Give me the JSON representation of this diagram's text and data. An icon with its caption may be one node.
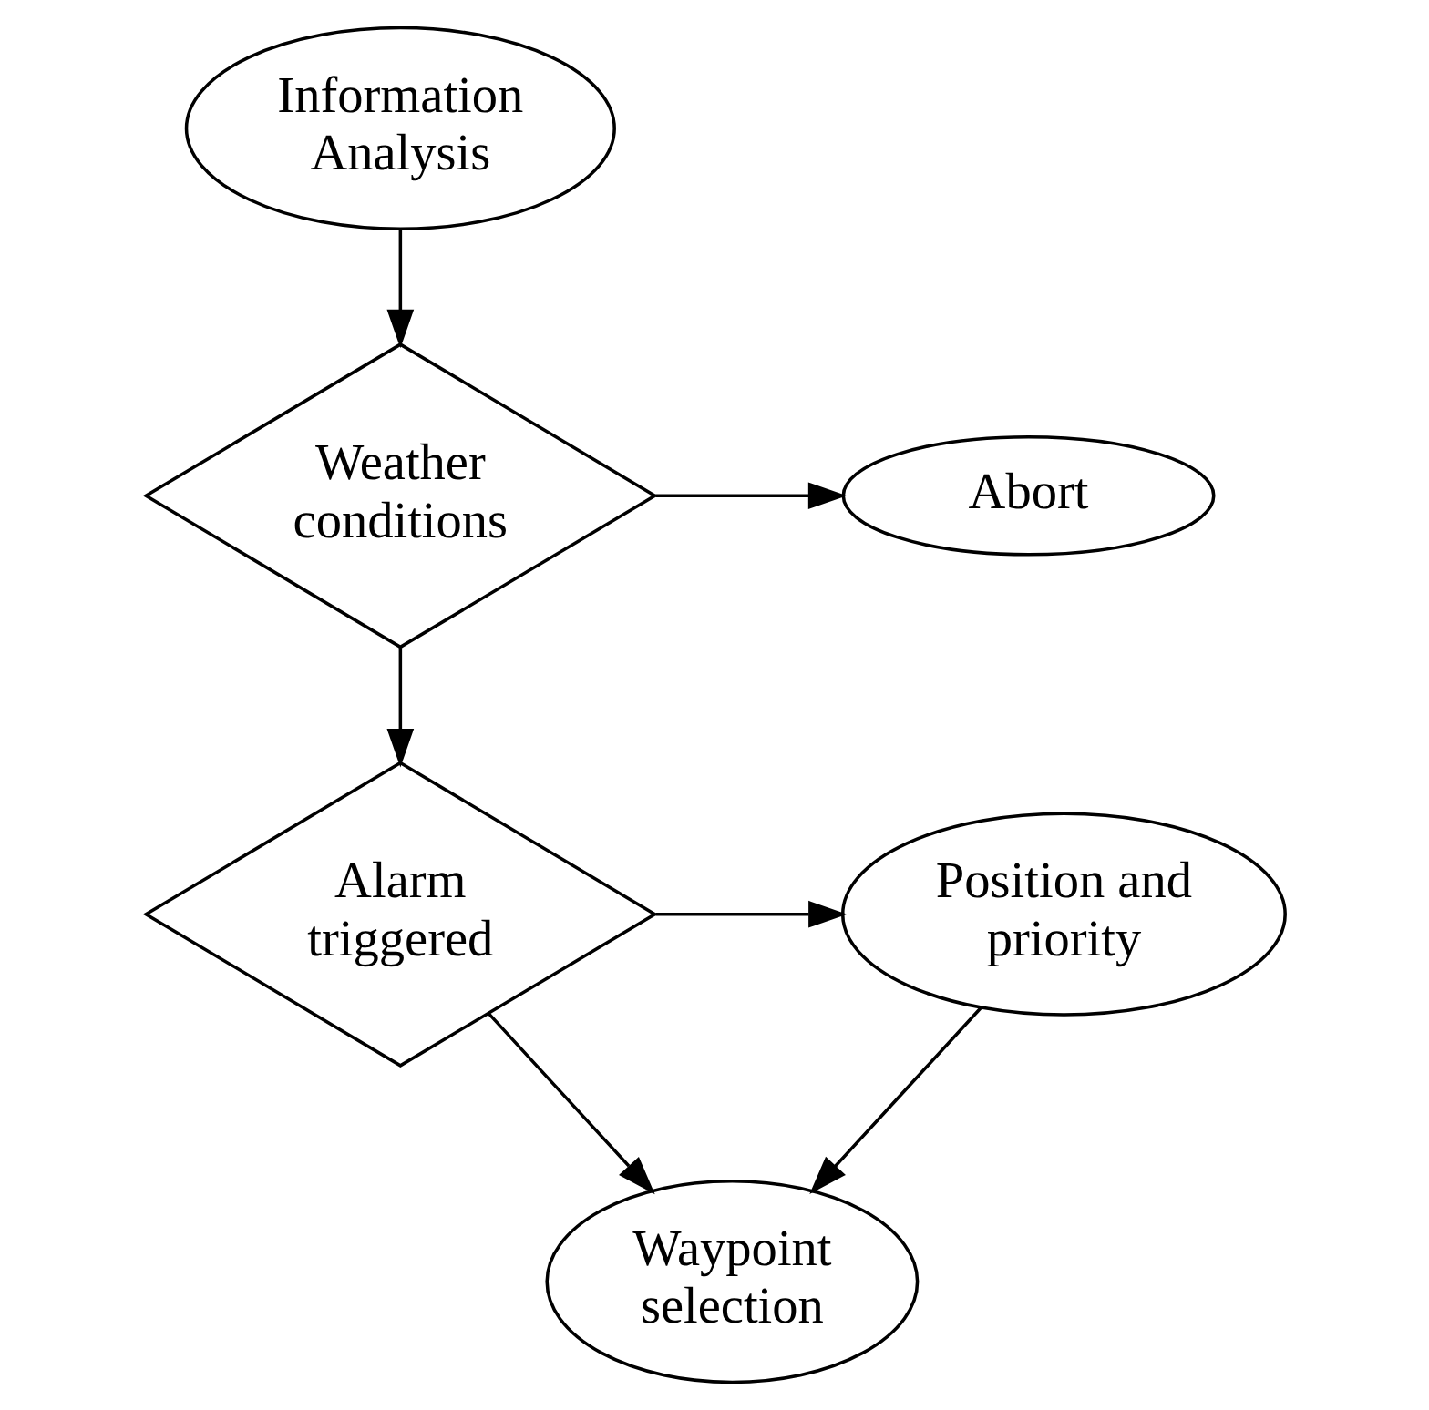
{
  "diagram": {
    "nodes": [
      {
        "text": [
          "Information Analysis"
        ]
      },
      {
        "text": [
          "Weather conditions"
        ]
      },
      {
        "text": [
          "Abort"
        ]
      },
      {
        "text": [
          "Alarm triggered"
        ]
      },
      {
        "text": [
          "Position and priority"
        ]
      },
      {
        "text": [
          "Waypoint selection"
        ]
      }
    ],
    "edges": [
      {
        "from": 0,
        "to": 1,
        "arrow": "to"
      },
      {
        "from": 1,
        "to": 2,
        "arrow": "to"
      },
      {
        "from": 1,
        "to": 3,
        "arrow": "to"
      },
      {
        "from": 3,
        "to": 4,
        "arrow": "to"
      },
      {
        "from": 3,
        "to": 5,
        "arrow": "to"
      },
      {
        "from": 4,
        "to": 5,
        "arrow": "to"
      }
    ]
  }
}
